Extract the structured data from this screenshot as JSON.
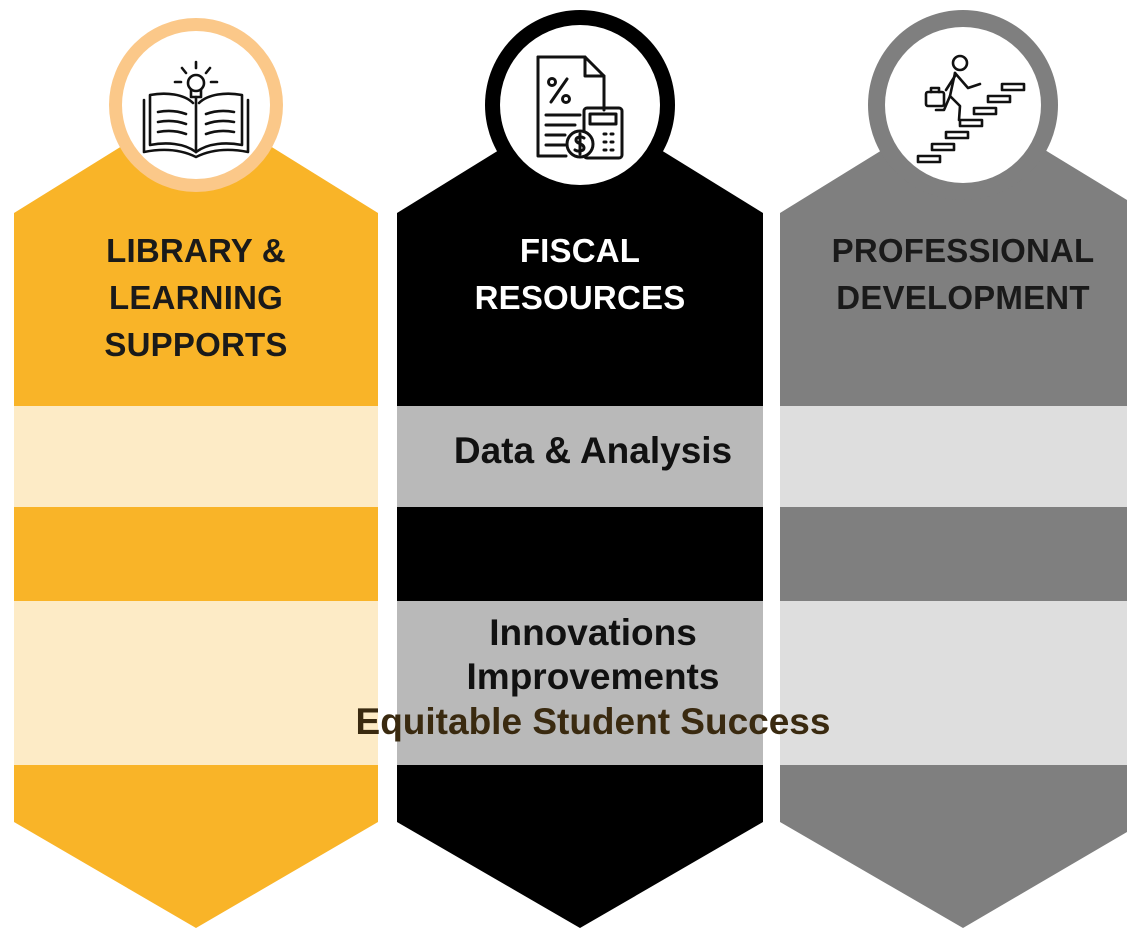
{
  "pillars": [
    {
      "id": "library",
      "title_lines": [
        "LIBRARY &",
        "LEARNING",
        "SUPPORTS"
      ],
      "color": "#F9B428",
      "ring_color": "#FBC889",
      "band_color": "#FDEBC6",
      "text_color": "#1a1a1a",
      "icon": "open-book-lightbulb-icon"
    },
    {
      "id": "fiscal",
      "title_lines": [
        "FISCAL",
        "RESOURCES"
      ],
      "color": "#000000",
      "ring_color": "#000000",
      "band_color": "#B9B9B9",
      "text_color": "#ffffff",
      "icon": "finance-document-calculator-icon"
    },
    {
      "id": "professional",
      "title_lines": [
        "PROFESSIONAL",
        "DEVELOPMENT"
      ],
      "color": "#7F7F7F",
      "ring_color": "#7F7F7F",
      "band_color": "#DEDEDE",
      "text_color": "#1a1a1a",
      "icon": "person-climbing-stairs-icon"
    }
  ],
  "bands": {
    "data_analysis": {
      "label": "Data & Analysis"
    },
    "outcomes": {
      "lines": [
        "Innovations",
        "Improvements",
        "Equitable Student Success"
      ]
    }
  }
}
